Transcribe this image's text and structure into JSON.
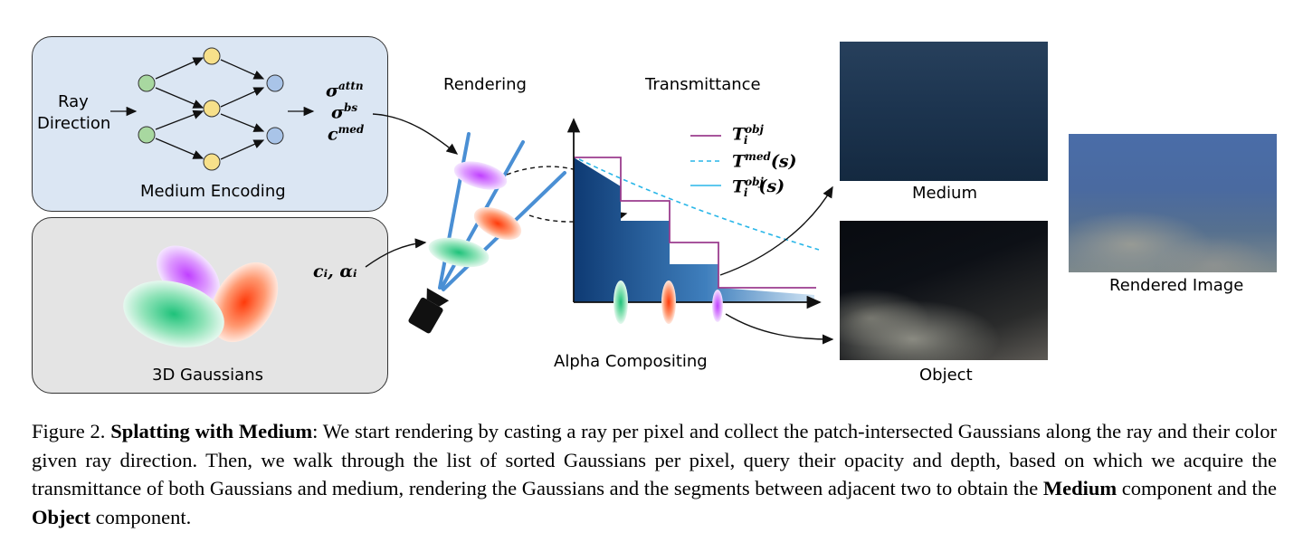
{
  "medium_encoding": {
    "ray_direction_line1": "Ray",
    "ray_direction_line2": "Direction",
    "title": "Medium Encoding",
    "sigma_attn_base": "σ",
    "sigma_attn_sup": "attn",
    "sigma_bs_base": "σ",
    "sigma_bs_sup": "bs",
    "c_med_base": "c",
    "c_med_sup": "med"
  },
  "gaussians": {
    "title": "3D Gaussians",
    "c_alpha_label": "cᵢ, αᵢ"
  },
  "rendering": {
    "title": "Rendering"
  },
  "transmittance": {
    "title": "Transmittance",
    "legend_obj": "T",
    "legend_obj_sup": "obj",
    "legend_obj_sub": "i",
    "legend_med": "T",
    "legend_med_sup": "med",
    "legend_med_arg": "(s)",
    "legend_objs": "T",
    "legend_objs_sup": "obj",
    "legend_objs_sub": "i",
    "legend_objs_arg": "(s)"
  },
  "alpha_compositing": {
    "title": "Alpha Compositing"
  },
  "outputs": {
    "medium_label": "Medium",
    "object_label": "Object",
    "rendered_label": "Rendered Image"
  },
  "caption": {
    "prefix": "Figure 2. ",
    "bold_title": "Splatting with Medium",
    "text1": ": We start rendering by casting a ray per pixel and collect the patch-intersected Gaussians along the ray and their color given ray direction. Then, we walk through the list of sorted Gaussians per pixel, query their opacity and depth, based on which we acquire the transmittance of both Gaussians and medium, rendering the Gaussians and the segments between adjacent two to obtain the ",
    "bold_medium": "Medium",
    "text2": " component and the ",
    "bold_object": "Object",
    "text3": " component."
  },
  "colors": {
    "medium_panel": "#dbe6f3",
    "gauss_panel": "#e4e4e4",
    "node_green": "#a8d8a0",
    "node_yellow": "#f7e08a",
    "node_blue": "#a9c4e8",
    "ray_blue": "#4a8fd4",
    "transmittance_purple": "#9b3d8e",
    "medium_curve_cyan": "#29b6e8"
  }
}
